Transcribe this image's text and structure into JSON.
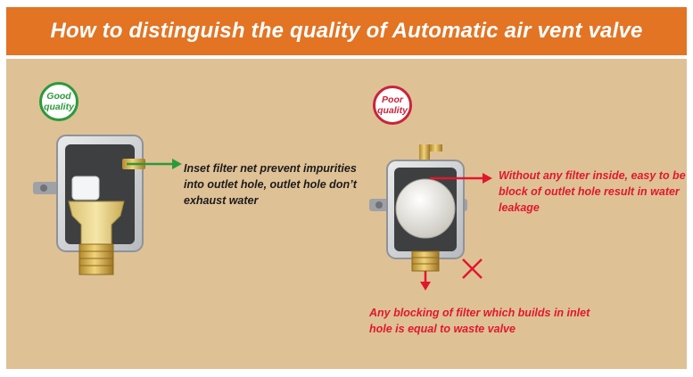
{
  "header": {
    "title": "How to distinguish the quality of Automatic air vent valve"
  },
  "good": {
    "badge_line1": "Good",
    "badge_line2": "quality",
    "note": "Inset filter net prevent impurities into outlet hole, outlet hole don’t exhaust water"
  },
  "poor": {
    "badge_line1": "Poor",
    "badge_line2": "quality",
    "note1": "Without any filter inside, easy to be block of outlet hole result in water leakage",
    "note2": "Any blocking of filter which builds in inlet hole is equal to waste valve"
  },
  "colors": {
    "header_bg": "#e27424",
    "panel_bg": "#dfc196",
    "good_green": "#2b9a3a",
    "poor_red": "#e0182d"
  },
  "icons": [
    "good-valve-photo",
    "poor-valve-photo",
    "green-arrow-icon",
    "red-arrow-icon",
    "cross-mark-icon"
  ]
}
